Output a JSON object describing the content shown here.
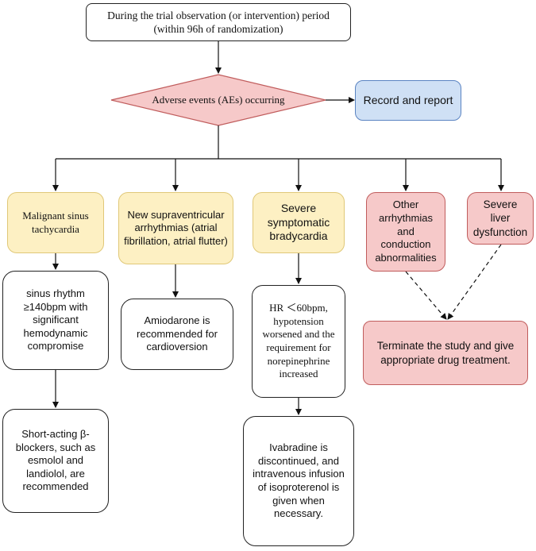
{
  "start": {
    "line1": "During the trial observation (or intervention) period",
    "line2": "(within 96h of randomization)"
  },
  "decision": {
    "label": "Adverse events (AEs) occurring"
  },
  "record": {
    "label": "Record and report"
  },
  "branches": {
    "malignant": {
      "label": "Malignant sinus tachycardia"
    },
    "supraventricular": {
      "label": "New supraventricular arrhythmias (atrial fibrillation, atrial flutter)"
    },
    "bradycardia": {
      "label": "Severe symptomatic bradycardia"
    },
    "other": {
      "label": "Other arrhythmias and conduction abnormalities"
    },
    "liver": {
      "label": "Severe liver dysfunction"
    }
  },
  "details": {
    "sinus_rhythm": {
      "label": "sinus rhythm ≥140bpm with significant hemodynamic compromise"
    },
    "amiodarone": {
      "label": "Amiodarone is recommended for cardioversion"
    },
    "hr": {
      "label": "HR ＜60bpm, hypotension worsened and the requirement for norepinephrine increased"
    },
    "terminate": {
      "label": "Terminate the study and give appropriate drug treatment."
    }
  },
  "treatments": {
    "beta_blockers": {
      "label": "Short-acting β-blockers, such as esmolol and landiolol, are recommended"
    },
    "ivabradine": {
      "label": "Ivabradine is discontinued, and intravenous infusion of isoproterenol is given when necessary."
    }
  },
  "colors": {
    "yellow_fill": "#fdf0c3",
    "pink_fill": "#f6c9c9",
    "blue_fill": "#cfe0f5",
    "diamond_fill": "#f6c9c9",
    "diamond_stroke": "#c05c5c"
  }
}
